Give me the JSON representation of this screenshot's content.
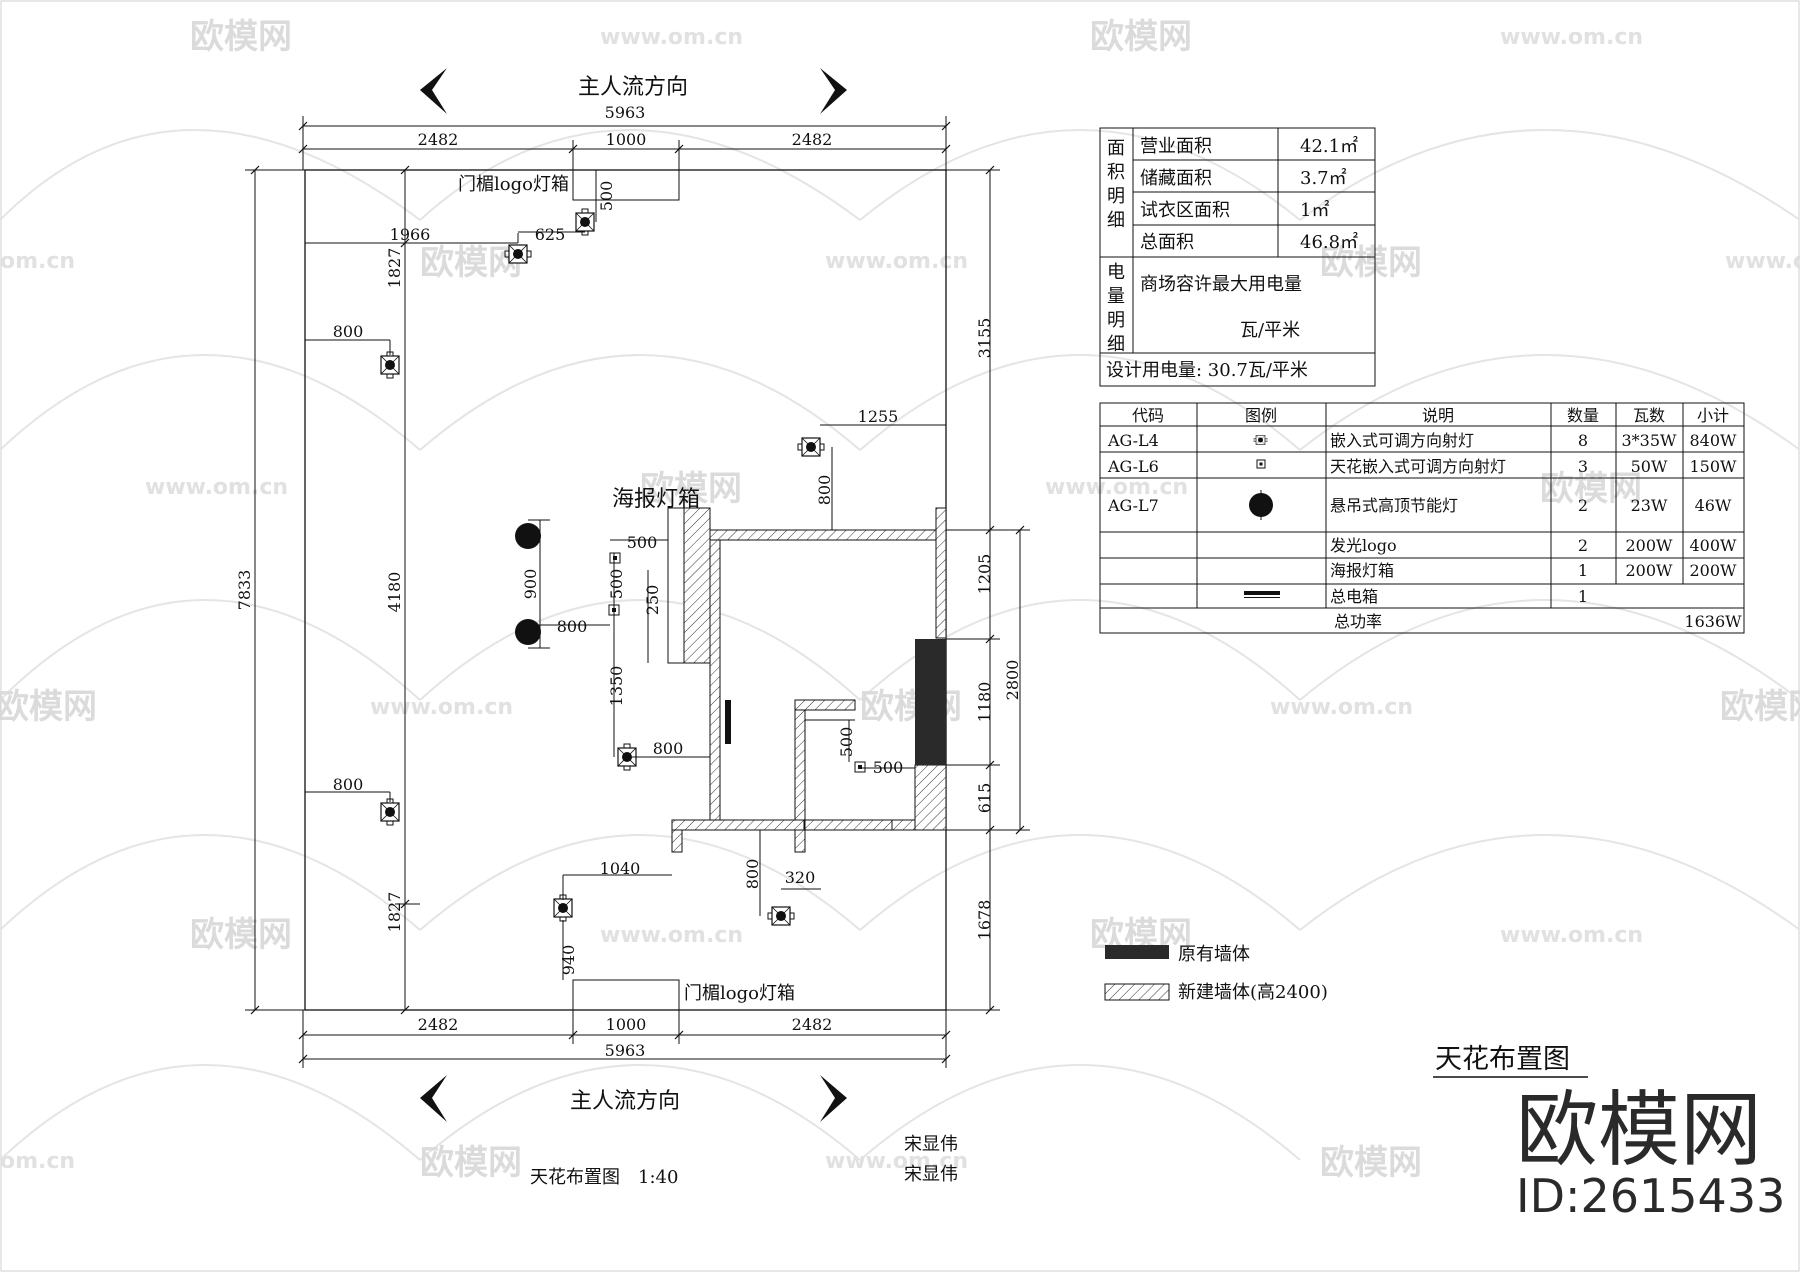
{
  "plan": {
    "flow_label": "主人流方向",
    "overall_width": "5963",
    "seg_left": "2482",
    "seg_mid": "1000",
    "seg_right": "2482",
    "overall_height": "7833",
    "left_seg_top": "1827",
    "left_seg_mid": "4180",
    "left_seg_bottom": "1827",
    "right_seg_1": "3155",
    "right_seg_2": "1205",
    "right_seg_3": "1180",
    "right_seg_4": "615",
    "right_seg_5": "1678",
    "right_room": "2800",
    "logo_box_top": "门楣logo灯箱",
    "logo_box_bottom": "门楣logo灯箱",
    "poster_box": "海报灯箱",
    "dims": {
      "d500_top": "500",
      "d1966": "1966",
      "d625": "625",
      "d800_a": "800",
      "d1255": "1255",
      "d800_b": "800",
      "d500_b": "500",
      "d900": "900",
      "d500_c": "500",
      "d250": "250",
      "d800_c": "800",
      "d1350": "1350",
      "d800_d": "800",
      "d500_d": "500",
      "d500_e": "500",
      "d800_e": "800",
      "d1040": "1040",
      "d800_f": "800",
      "d320": "320",
      "d940": "940"
    },
    "caption": "天花布置图　1:40",
    "author_1": "宋显伟",
    "author_2": "宋显伟"
  },
  "area_table": {
    "group_area": "面积明细",
    "rows": [
      {
        "name": "营业面积",
        "value": "42.1㎡"
      },
      {
        "name": "储藏面积",
        "value": "3.7㎡"
      },
      {
        "name": "试衣区面积",
        "value": "1㎡"
      },
      {
        "name": "总面积",
        "value": "46.8㎡"
      }
    ],
    "group_power": "电量明细",
    "power_label": "商场容许最大用电量",
    "power_unit": "瓦/平米",
    "design_power": "设计用电量: 30.7瓦/平米"
  },
  "legend_table": {
    "headers": [
      "代码",
      "图例",
      "说明",
      "数量",
      "瓦数",
      "小计"
    ],
    "rows": [
      {
        "code": "AG-L4",
        "icon": "adjustable-spotlight-icon",
        "desc": "嵌入式可调方向射灯",
        "qty": "8",
        "watt": "3*35W",
        "subtotal": "840W"
      },
      {
        "code": "AG-L6",
        "icon": "small-spotlight-icon",
        "desc": "天花嵌入式可调方向射灯",
        "qty": "3",
        "watt": "50W",
        "subtotal": "150W"
      },
      {
        "code": "AG-L7",
        "icon": "pendant-lamp-icon",
        "desc": "悬吊式高顶节能灯",
        "qty": "2",
        "watt": "23W",
        "subtotal": "46W"
      },
      {
        "code": "",
        "icon": "",
        "desc": "发光logo",
        "qty": "2",
        "watt": "200W",
        "subtotal": "400W"
      },
      {
        "code": "",
        "icon": "",
        "desc": "海报灯箱",
        "qty": "1",
        "watt": "200W",
        "subtotal": "200W"
      },
      {
        "code": "",
        "icon": "distribution-box-icon",
        "desc": "总电箱",
        "qty": "1",
        "watt": "",
        "subtotal": ""
      }
    ],
    "total_label": "总功率",
    "total_value": "1636W"
  },
  "wall_legend": {
    "existing": "原有墙体",
    "new": "新建墙体(高2400)"
  },
  "title": "天花布置图",
  "brand": {
    "name": "欧模网",
    "id": "ID:2615433",
    "watermark": "欧模网",
    "watermark_url": "www.om.cn",
    "watermark_url_short": "om.cn",
    "watermark_partial": "欧模网"
  }
}
